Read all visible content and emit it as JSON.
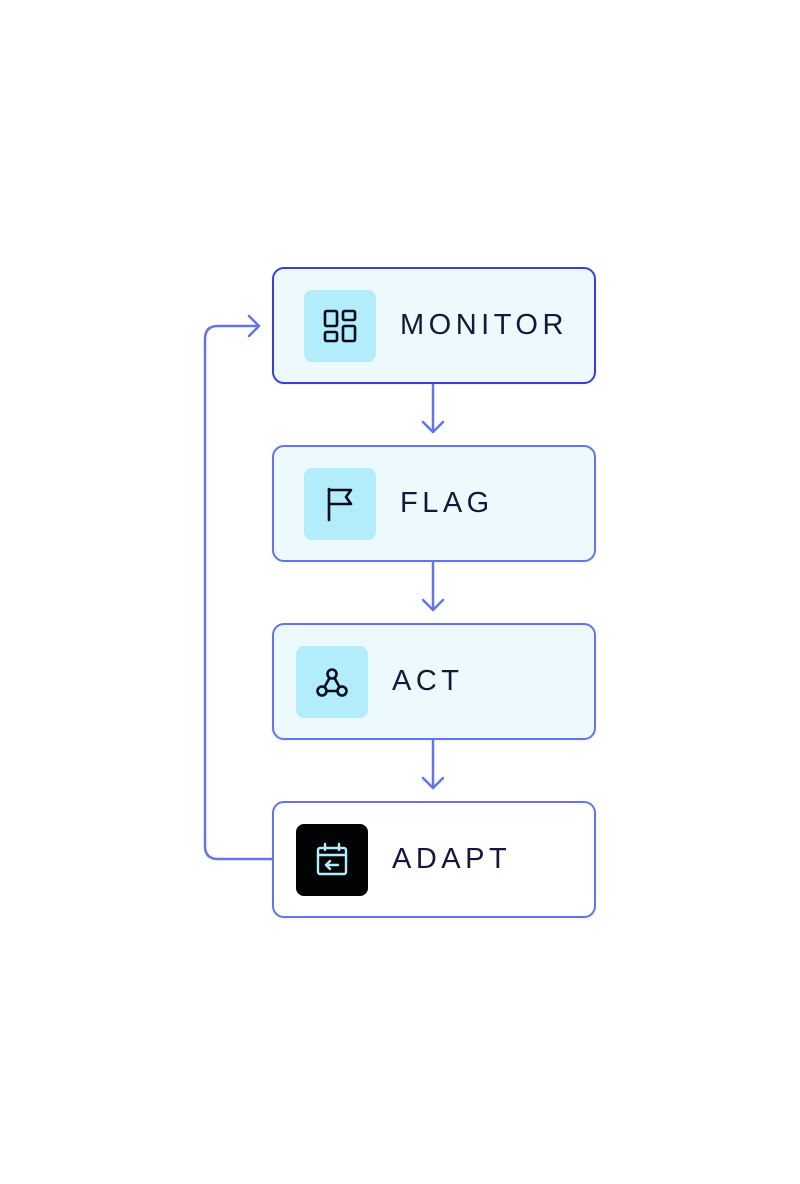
{
  "diagram": {
    "colors": {
      "connector": "#6475ea",
      "first_border": "#3a3fd6",
      "box_fill": "#ecfafd",
      "icon_tile": "#b3ecfb",
      "dark_tile": "#020305",
      "dark_icon_stroke": "#b3ecfb",
      "label_text": "#15173b"
    },
    "steps": [
      {
        "label": "MONITOR",
        "icon": "dashboard-icon"
      },
      {
        "label": "FLAG",
        "icon": "flag-icon"
      },
      {
        "label": "ACT",
        "icon": "webhook-icon"
      },
      {
        "label": "ADAPT",
        "icon": "calendar-arrow-left-icon"
      }
    ]
  }
}
